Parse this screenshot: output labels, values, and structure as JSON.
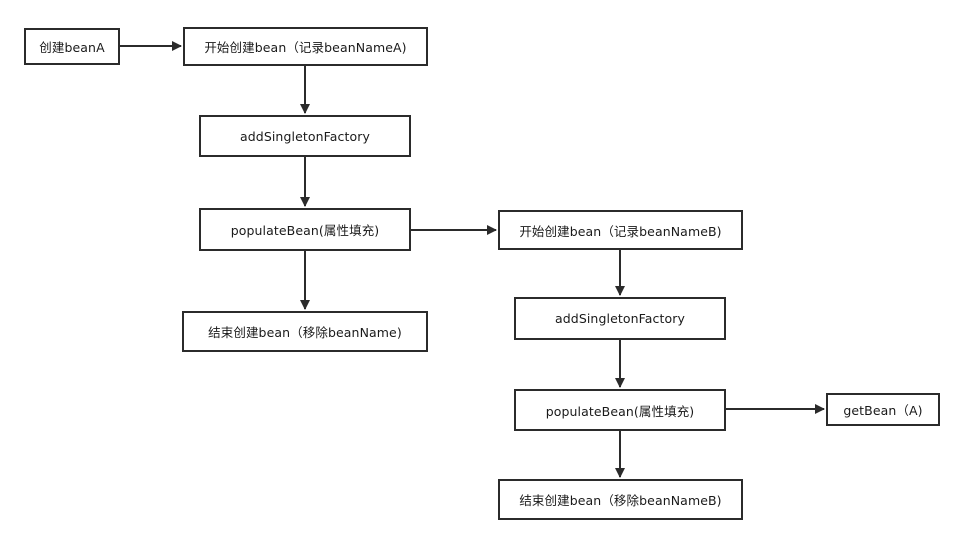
{
  "nodes": {
    "create_bean_a": "创建beanA",
    "start_create_a": "开始创建bean（记录beanNameA)",
    "add_singleton_factory_a": "addSingletonFactory",
    "populate_bean_a": "populateBean(属性填充)",
    "end_create_a": "结束创建bean（移除beanName)",
    "start_create_b": "开始创建bean（记录beanNameB)",
    "add_singleton_factory_b": "addSingletonFactory",
    "populate_bean_b": "populateBean(属性填充)",
    "get_bean_a": "getBean（A)",
    "end_create_b": "结束创建bean（移除beanNameB)"
  },
  "colors": {
    "stroke": "#2b2b2b",
    "fill": "#ffffff",
    "text": "#1a1a1a"
  }
}
